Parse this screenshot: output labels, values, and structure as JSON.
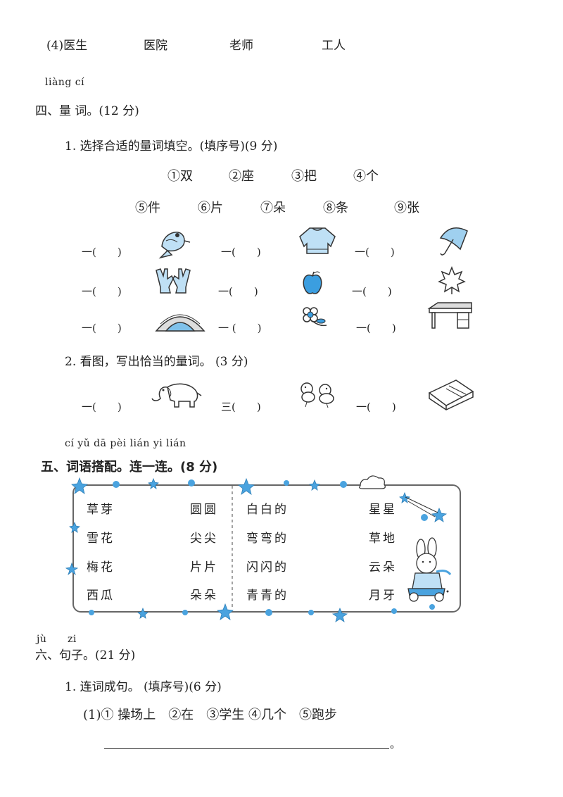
{
  "q3_item4": {
    "label": "(4)医生",
    "words": [
      "医院",
      "老师",
      "工人"
    ]
  },
  "section4": {
    "pinyin": "liàng cí",
    "title": "四、量 词。(12 分)",
    "q1": {
      "title": "1. 选择合适的量词填空。(填序号)(9 分)",
      "options_row1": [
        "①双",
        "②座",
        "③把",
        "④个"
      ],
      "options_row2": [
        "⑤件",
        "⑥片",
        "⑦朵",
        "⑧条",
        "⑨张"
      ],
      "blanks": [
        [
          {
            "prefix": "一(　　)",
            "icon": "fish-icon"
          },
          {
            "prefix": "一(　　)",
            "icon": "sweater-icon"
          },
          {
            "prefix": "一(　　)",
            "icon": "umbrella-icon"
          }
        ],
        [
          {
            "prefix": "一(　　)",
            "icon": "gloves-icon"
          },
          {
            "prefix": "一(　　)",
            "icon": "apple-icon"
          },
          {
            "prefix": "一(　　)",
            "icon": "leaf-icon"
          }
        ],
        [
          {
            "prefix": "一(　　)",
            "icon": "bridge-icon"
          },
          {
            "prefix": "一 (　　)",
            "icon": "flower-icon"
          },
          {
            "prefix": "一(　　)",
            "icon": "desk-icon"
          }
        ]
      ]
    },
    "q2": {
      "title": "2. 看图，写出恰当的量词。 (3 分)",
      "blanks": [
        {
          "prefix": "一(　　)",
          "icon": "elephant-icon"
        },
        {
          "prefix": "三(　　)",
          "icon": "chicks-icon"
        },
        {
          "prefix": "一(　　)",
          "icon": "book-icon"
        }
      ]
    }
  },
  "section5": {
    "pinyin": "cí yǔ dā pèi  lián yi lián",
    "title": "五、词语搭配。连一连。(8 分)",
    "col1": [
      "草芽",
      "雪花",
      "梅花",
      "西瓜"
    ],
    "col2": [
      "圆圆",
      "尖尖",
      "片片",
      "朵朵"
    ],
    "col3": [
      "白白的",
      "弯弯的",
      "闪闪的",
      "青青的"
    ],
    "col4": [
      "星星",
      "草地",
      "云朵",
      "月牙"
    ],
    "accent_color": "#4aa3df"
  },
  "section6": {
    "pinyin1": "jù",
    "pinyin2": "zi",
    "title": "六、句子。(21 分)",
    "q1": {
      "title": "1. 连词成句。 (填序号)(6 分)",
      "item1": "(1)① 操场上　②在　③学生 ④几个　⑤跑步",
      "end_mark": "。"
    }
  }
}
